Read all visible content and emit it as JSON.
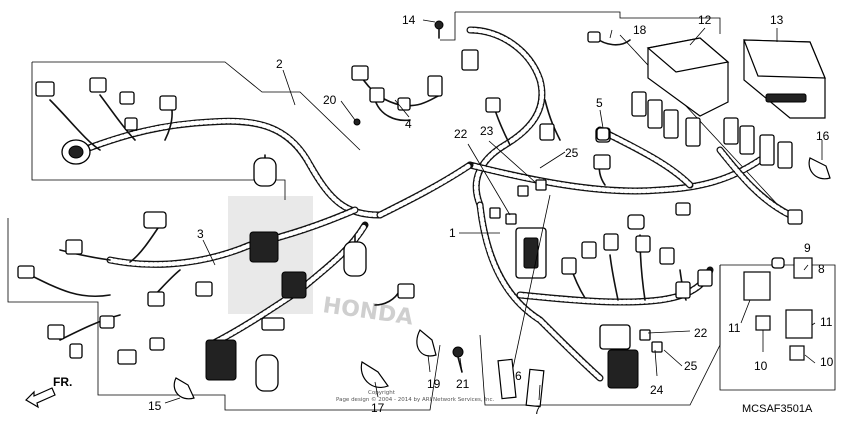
{
  "diagram": {
    "drawing_code": "MCSAF3501A",
    "direction_label": "FR.",
    "watermark": "HONDA",
    "copyright": "Copyright\nPage design © 2004 - 2014 by ARI Network Services, Inc.",
    "callouts": [
      "1",
      "2",
      "3",
      "4",
      "5",
      "6",
      "7",
      "8",
      "9",
      "10",
      "10",
      "11",
      "11",
      "12",
      "13",
      "14",
      "15",
      "16",
      "17",
      "18",
      "19",
      "20",
      "21",
      "22",
      "22",
      "23",
      "24",
      "25",
      "25"
    ]
  }
}
